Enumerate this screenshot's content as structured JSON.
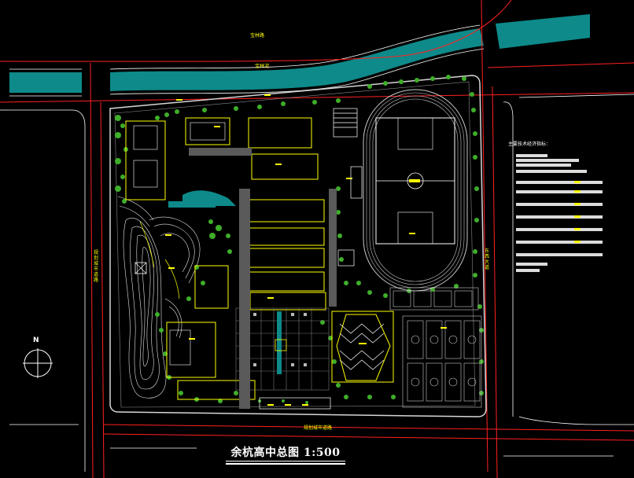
{
  "title": "余杭高中总图 1:500",
  "compass": {
    "letter": "N"
  },
  "road_labels": {
    "north_road": "宝林路",
    "canal": "宝林河",
    "west_road": "规划城市道路",
    "east_road": "东西大道",
    "south_road": "规划城市道路"
  },
  "tech_panel": {
    "heading": "主要技术经济指标："
  },
  "colors": {
    "background": "#000000",
    "canal": "#0e8a8a",
    "road_line": "#ff2020",
    "curb_line": "#ffffff",
    "vegetation": "#3fae2a",
    "track": "#c8c8c8",
    "building_outline": "#ffff00",
    "hill_contour": "#e6e6e6",
    "paving": "#b9b9b9",
    "label_accent": "#ffff00"
  },
  "icons": {
    "north_arrow": "compass-crosshair-icon"
  }
}
